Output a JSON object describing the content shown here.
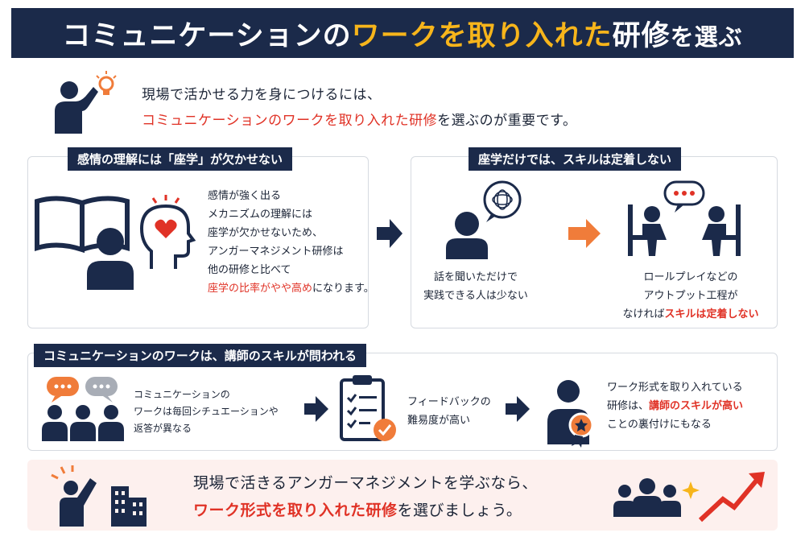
{
  "title": {
    "part1": "コミュニケーションの",
    "part2": "ワークを取り入れた",
    "part3": "研修",
    "part4": "を選ぶ"
  },
  "intro": {
    "line1": "現場で活かせる力を身につけるには、",
    "line2_red": "コミュニケーションのワークを取り入れた研修",
    "line2_rest": "を選ぶのが重要です。"
  },
  "panel_left": {
    "tag": "感情の理解には「座学」が欠かせない",
    "lines": [
      "感情が強く出る",
      "メカニズムの理解には",
      "座学が欠かせないため、",
      "アンガーマネジメント研修は",
      "他の研修と比べて"
    ],
    "last_red": "座学の比率がやや高め",
    "last_rest": "になります。"
  },
  "panel_right": {
    "tag": "座学だけでは、スキルは定着しない",
    "left_caption": [
      "話を聞いただけで",
      "実践できる人は少ない"
    ],
    "right_caption": [
      "ロールプレイなどの",
      "アウトプット工程が"
    ],
    "right_last_plain": "なければ",
    "right_last_red": "スキルは定着しない"
  },
  "panel_middle": {
    "tag": "コミュニケーションのワークは、講師のスキルが問われる",
    "step1": [
      "コミュニケーションの",
      "ワークは毎回シチュエーションや",
      "返答が異なる"
    ],
    "step2": [
      "フィードバックの",
      "難易度が高い"
    ],
    "step3_line1": "ワーク形式を取り入れている",
    "step3_line2_plain": "研修は、",
    "step3_line2_red": "講師のスキルが高い",
    "step3_line3": "ことの裏付けにもなる"
  },
  "bottom": {
    "line1": "現場で活きるアンガーマネジメントを学ぶなら、",
    "line2_red": "ワーク形式を取り入れた研修",
    "line2_rest": "を選びましょう。"
  },
  "colors": {
    "navy": "#1b2a4a",
    "accent_yellow": "#f7b51b",
    "accent_red": "#e03226",
    "accent_orange": "#f07c3a",
    "bottom_bg": "#fdf0ee"
  }
}
